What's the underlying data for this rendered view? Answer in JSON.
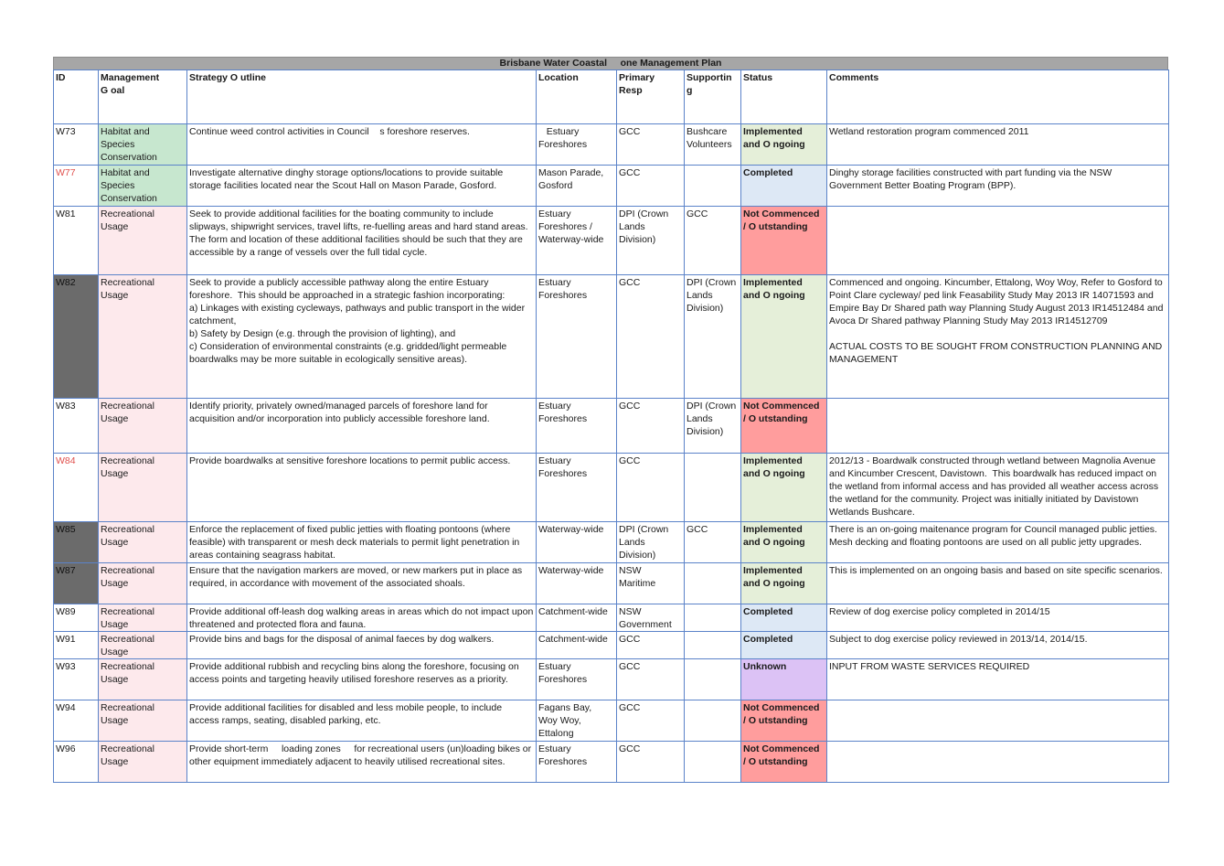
{
  "title": "Brisbane Water Coastal     one Management Plan",
  "headers": {
    "id": "ID",
    "goal": "Management\nG oal",
    "strategy": "Strategy O utline",
    "location": "Location",
    "primary": "Primary\nResp",
    "supporting": "Supportin\ng",
    "status": "Status",
    "comments": "Comments"
  },
  "rows": [
    {
      "id": "W73",
      "goal": "Habitat and\nSpecies\nConservation",
      "strategy": "Continue weed control activities in Council    s foreshore reserves.",
      "location": "   Estuary\nForeshores",
      "primary": "GCC",
      "supporting": "Bushcare\nVolunteers",
      "status": "Implemented\nand O ngoing",
      "comments": "Wetland restoration program commenced 2011"
    },
    {
      "id": "W77",
      "goal": "Habitat and\nSpecies\nConservation",
      "strategy": "Investigate alternative dinghy storage options/locations to provide suitable storage facilities located near the Scout Hall on Mason Parade, Gosford.",
      "location": "Mason Parade,\nGosford",
      "primary": "GCC",
      "supporting": "",
      "status": "Completed",
      "comments": "Dinghy storage facilities constructed with part funding via the NSW Government Better Boating Program (BPP)."
    },
    {
      "id": "W81",
      "goal": "Recreational\nUsage",
      "strategy": "Seek to provide additional facilities for the boating community to include slipways, shipwright services, travel lifts, re-fuelling areas and hard stand areas.  The form and location of these additional facilities should be such that they are accessible by a range of vessels over the full tidal cycle.",
      "location": "Estuary\nForeshores /\nWaterway-wide",
      "primary": "DPI (Crown\nLands\nDivision)",
      "supporting": "GCC",
      "status": "Not Commenced\n/ O utstanding",
      "comments": ""
    },
    {
      "id": "W82",
      "goal": "Recreational\nUsage",
      "strategy": "Seek to provide a publicly accessible pathway along the entire Estuary foreshore.  This should be approached in a strategic fashion incorporating:\na) Linkages with existing cycleways, pathways and public transport in the wider catchment,\nb) Safety by Design (e.g. through the provision of lighting), and\nc) Consideration of environmental constraints (e.g. gridded/light permeable boardwalks may be more suitable in ecologically sensitive areas).",
      "location": "Estuary\nForeshores",
      "primary": "GCC",
      "supporting": "DPI (Crown\nLands\nDivision)",
      "status": "Implemented\nand O ngoing",
      "comments": "Commenced and ongoing. Kincumber, Ettalong, Woy Woy, Refer to Gosford to Point Clare cycleway/ ped link Feasability Study May 2013 IR 14071593 and  Empire Bay Dr Shared path way Planning Study August 2013 IR14512484 and Avoca Dr Shared pathway Planning Study May 2013 IR14512709\n\nACTUAL COSTS TO BE SOUGHT FROM CONSTRUCTION PLANNING AND MANAGEMENT"
    },
    {
      "id": "W83",
      "goal": "Recreational\nUsage",
      "strategy": "Identify priority, privately owned/managed parcels of foreshore land for acquisition and/or incorporation into publicly accessible foreshore land.",
      "location": "Estuary\nForeshores",
      "primary": "GCC",
      "supporting": "DPI (Crown\nLands\nDivision)",
      "status": "Not Commenced\n/ O utstanding",
      "comments": ""
    },
    {
      "id": "W84",
      "goal": "Recreational\nUsage",
      "strategy": "Provide boardwalks at sensitive foreshore locations to permit public access.",
      "location": "Estuary\nForeshores",
      "primary": "GCC",
      "supporting": "",
      "status": "Implemented\nand O ngoing",
      "comments": "2012/13 - Boardwalk constructed through wetland between Magnolia Avenue and Kincumber Crescent, Davistown.  This boardwalk has reduced impact on the wetland from informal access and has provided all weather access across the wetland for the community. Project was initially initiated by Davistown Wetlands Bushcare."
    },
    {
      "id": "W85",
      "goal": "Recreational\nUsage",
      "strategy": "Enforce the replacement of fixed public jetties with floating pontoons (where feasible) with transparent or mesh deck materials to permit light penetration in areas containing seagrass habitat.",
      "location": "Waterway-wide",
      "primary": "DPI (Crown\nLands\nDivision)",
      "supporting": "GCC",
      "status": "Implemented\nand O ngoing",
      "comments": "There is an on-going maitenance program for Council managed public jetties. Mesh decking and floating pontoons are used on all public jetty upgrades."
    },
    {
      "id": "W87",
      "goal": "Recreational\nUsage",
      "strategy": "Ensure that the navigation markers are moved, or new markers put in place as required, in accordance with movement of the associated shoals.",
      "location": "Waterway-wide",
      "primary": "NSW\nMaritime",
      "supporting": "",
      "status": "Implemented\nand O ngoing",
      "comments": "This is implemented on an ongoing basis and based on site specific scenarios."
    },
    {
      "id": "W89",
      "goal": "Recreational\nUsage",
      "strategy": "Provide additional off-leash dog walking areas in areas which do not impact upon threatened and protected flora and fauna.",
      "location": "Catchment-wide",
      "primary": "NSW\nGovernment",
      "supporting": "",
      "status": "Completed",
      "comments": "Review of dog exercise policy completed in 2014/15"
    },
    {
      "id": "W91",
      "goal": "Recreational\nUsage",
      "strategy": "Provide bins and bags for the disposal of animal faeces by dog walkers.",
      "location": "Catchment-wide",
      "primary": "GCC",
      "supporting": "",
      "status": "Completed",
      "comments": "Subject to dog exercise policy reviewed in 2013/14, 2014/15."
    },
    {
      "id": "W93",
      "goal": "Recreational\nUsage",
      "strategy": "Provide additional rubbish and recycling bins along the foreshore, focusing on access points and targeting heavily utilised foreshore reserves as a priority.",
      "location": "Estuary\nForeshores",
      "primary": "GCC",
      "supporting": "",
      "status": "Unknown",
      "comments": "INPUT FROM WASTE SERVICES REQUIRED"
    },
    {
      "id": "W94",
      "goal": "Recreational\nUsage",
      "strategy": "Provide additional facilities for disabled and less mobile people, to include access ramps, seating, disabled parking, etc.",
      "location": "Fagans Bay,\nWoy Woy,\nEttalong",
      "primary": "GCC",
      "supporting": "",
      "status": "Not Commenced\n/ O utstanding",
      "comments": ""
    },
    {
      "id": "W96",
      "goal": "Recreational\nUsage",
      "strategy": "Provide short-term     loading zones     for recreational users (un)loading bikes or other equipment immediately adjacent to heavily utilised recreational sites.",
      "location": "Estuary\nForeshores",
      "primary": "GCC",
      "supporting": "",
      "status": "Not Commenced\n/ O utstanding",
      "comments": ""
    }
  ]
}
